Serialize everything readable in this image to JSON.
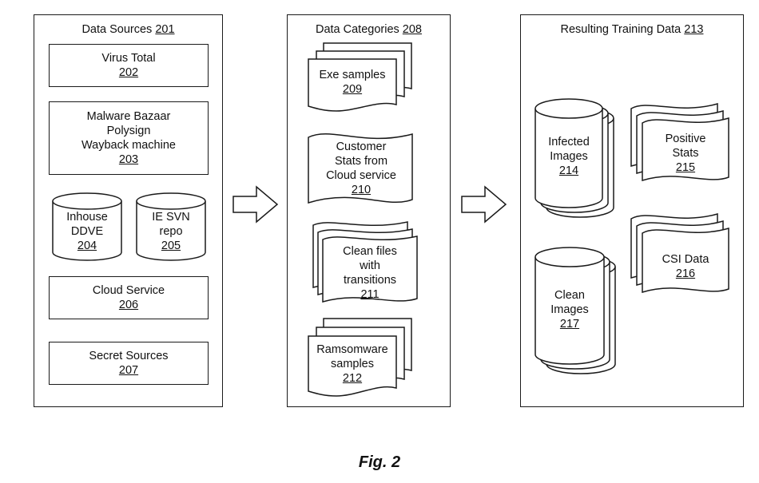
{
  "data_sources": {
    "title": "Data Sources",
    "ref": "201",
    "items": {
      "virus_total": {
        "lines": [
          "Virus Total"
        ],
        "ref": "202"
      },
      "malware_group": {
        "lines": [
          "Malware Bazaar",
          "Polysign",
          "Wayback machine"
        ],
        "ref": "203"
      },
      "inhouse_ddve": {
        "lines": [
          "Inhouse",
          "DDVE"
        ],
        "ref": "204"
      },
      "ie_svn_repo": {
        "lines": [
          "IE SVN",
          "repo"
        ],
        "ref": "205"
      },
      "cloud_service": {
        "lines": [
          "Cloud Service"
        ],
        "ref": "206"
      },
      "secret_sources": {
        "lines": [
          "Secret Sources"
        ],
        "ref": "207"
      }
    }
  },
  "data_categories": {
    "title": "Data Categories",
    "ref": "208",
    "items": {
      "exe_samples": {
        "lines": [
          "Exe samples"
        ],
        "ref": "209"
      },
      "customer_stats": {
        "lines": [
          "Customer",
          "Stats from",
          "Cloud service"
        ],
        "ref": "210"
      },
      "clean_files": {
        "lines": [
          "Clean files",
          "with",
          "transitions"
        ],
        "ref": "211"
      },
      "ransomware_samples": {
        "lines": [
          "Ramsomware",
          "samples"
        ],
        "ref": "212"
      }
    }
  },
  "training_data": {
    "title": "Resulting Training Data",
    "ref": "213",
    "items": {
      "infected_images": {
        "lines": [
          "Infected",
          "Images"
        ],
        "ref": "214"
      },
      "positive_stats": {
        "lines": [
          "Positive",
          "Stats"
        ],
        "ref": "215"
      },
      "clean_images": {
        "lines": [
          "Clean",
          "Images"
        ],
        "ref": "217"
      },
      "csi_data": {
        "lines": [
          "CSI Data"
        ],
        "ref": "216"
      }
    }
  },
  "caption": "Fig. 2"
}
